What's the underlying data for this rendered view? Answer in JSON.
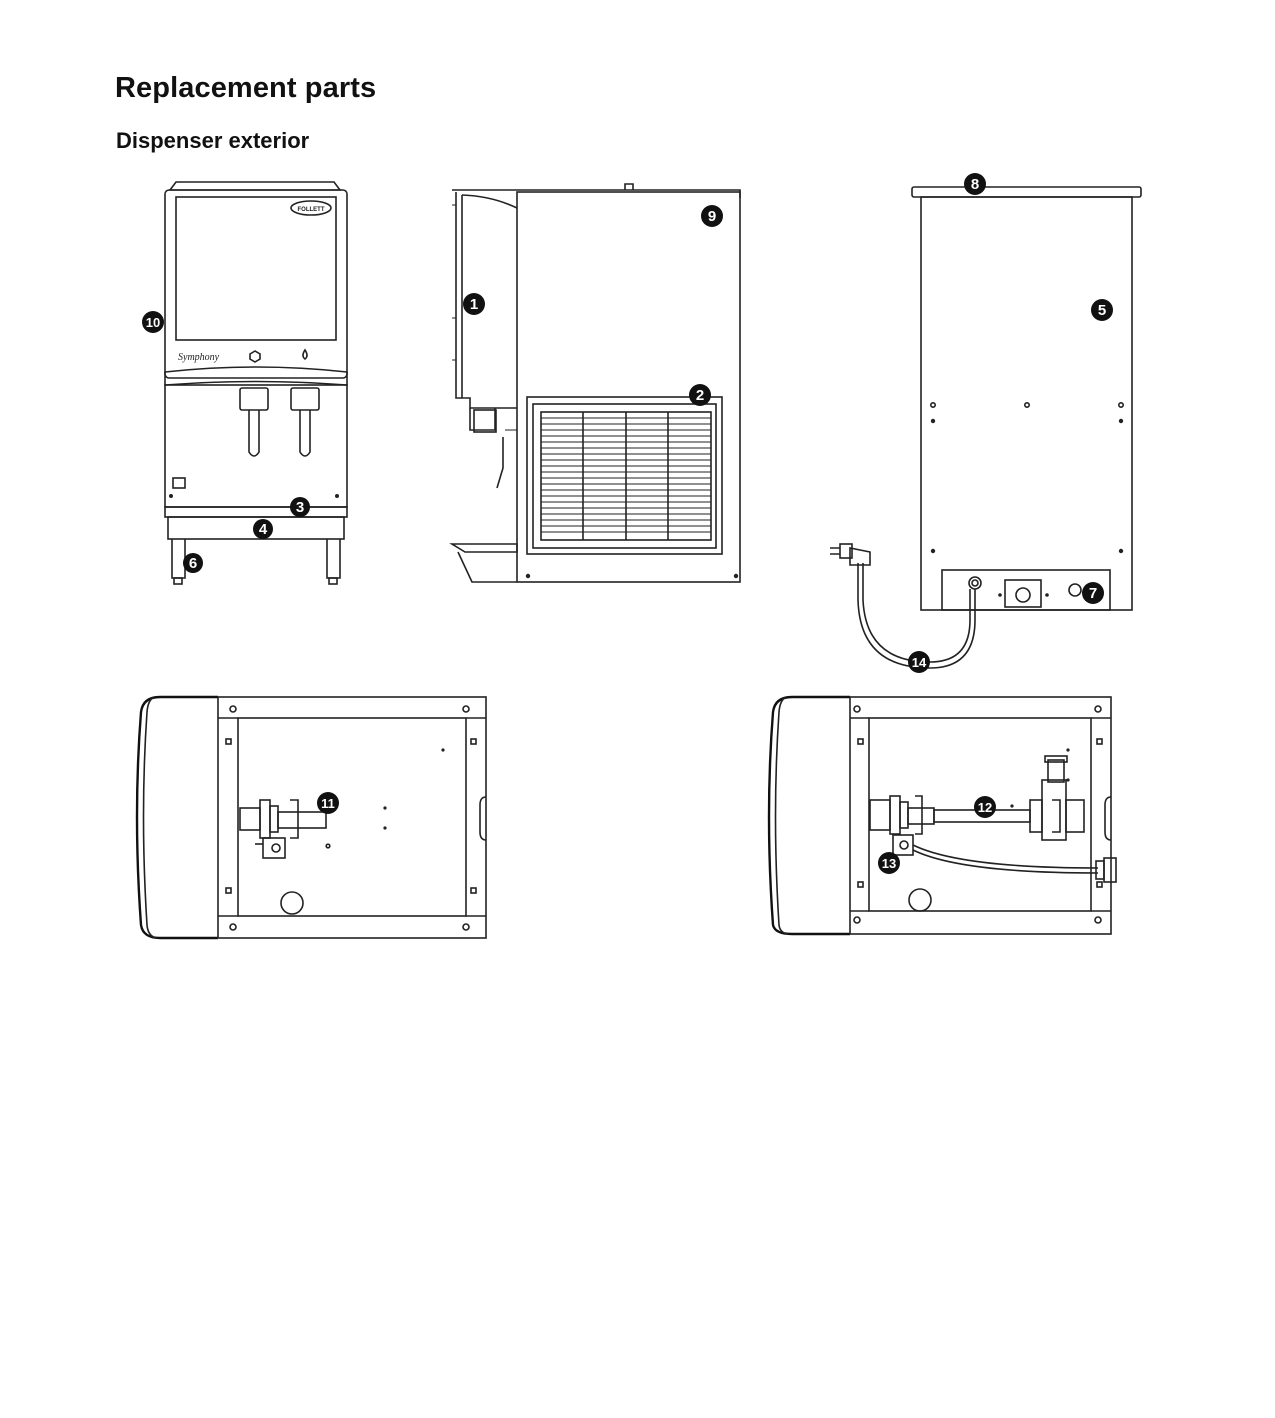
{
  "page": {
    "title": "Replacement parts",
    "subtitle": "Dispenser exterior"
  },
  "diagram": {
    "brand_badge": "FOLLETT",
    "panel_script": "Symphony",
    "callouts": [
      "1",
      "2",
      "3",
      "4",
      "5",
      "6",
      "7",
      "8",
      "9",
      "10",
      "11",
      "12",
      "13",
      "14"
    ]
  }
}
